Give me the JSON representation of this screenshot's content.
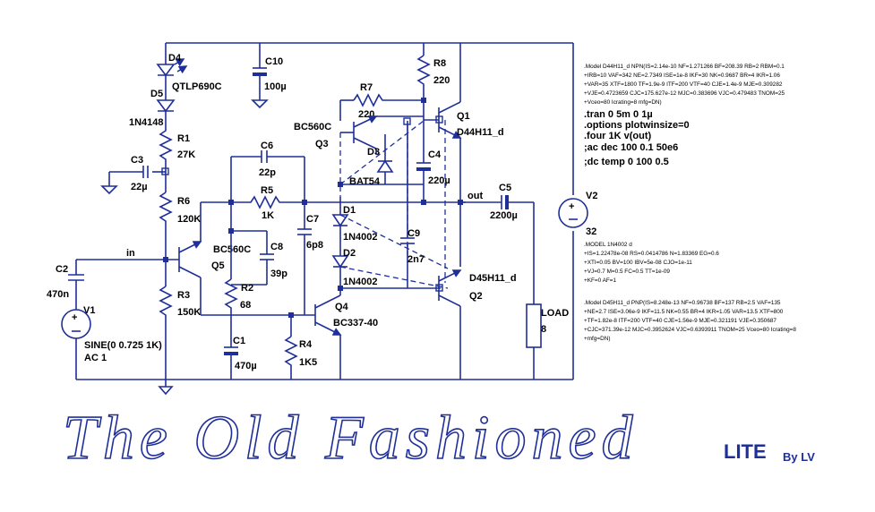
{
  "components": {
    "D4": {
      "ref": "D4",
      "value": "QTLP690C"
    },
    "D5": {
      "ref": "D5",
      "value": "1N4148"
    },
    "R1": {
      "ref": "R1",
      "value": "27K"
    },
    "C3": {
      "ref": "C3",
      "value": "22µ"
    },
    "R6": {
      "ref": "R6",
      "value": "120K"
    },
    "C2": {
      "ref": "C2",
      "value": "470n"
    },
    "V1": {
      "ref": "V1",
      "value": "SINE(0 0.725 1K)",
      "value2": "AC 1"
    },
    "R3": {
      "ref": "R3",
      "value": "150K"
    },
    "Q5": {
      "ref": "Q5",
      "value": "BC560C"
    },
    "C6": {
      "ref": "C6",
      "value": "22p"
    },
    "R5": {
      "ref": "R5",
      "value": "1K"
    },
    "C8": {
      "ref": "C8",
      "value": "39p"
    },
    "C7": {
      "ref": "C7",
      "value": "6p8"
    },
    "R2": {
      "ref": "R2",
      "value": "68"
    },
    "C1": {
      "ref": "C1",
      "value": "470µ"
    },
    "Q4": {
      "ref": "Q4",
      "value": "BC337-40"
    },
    "R4": {
      "ref": "R4",
      "value": "1K5"
    },
    "C10": {
      "ref": "C10",
      "value": "100µ"
    },
    "R7": {
      "ref": "R7",
      "value": "220"
    },
    "Q3": {
      "ref": "Q3",
      "value": "BC560C"
    },
    "D3": {
      "ref": "D3",
      "value": "BAT54"
    },
    "D1": {
      "ref": "D1",
      "value": "1N4002"
    },
    "D2": {
      "ref": "D2",
      "value": "1N4002"
    },
    "C9": {
      "ref": "C9",
      "value": "2n7"
    },
    "R8": {
      "ref": "R8",
      "value": "220"
    },
    "Q1": {
      "ref": "Q1",
      "value": "D44H11_d"
    },
    "C4": {
      "ref": "C4",
      "value": "220µ"
    },
    "Q2": {
      "ref": "Q2",
      "value": "D45H11_d"
    },
    "C5": {
      "ref": "C5",
      "value": "2200µ"
    },
    "LOAD": {
      "ref": "LOAD",
      "value": "8"
    },
    "V2": {
      "ref": "V2",
      "value": "32"
    }
  },
  "nets": {
    "in": "in",
    "out": "out"
  },
  "directives": [
    ".tran 0 5m 0 1µ",
    ".options plotwinsize=0",
    ".four 1K v(out)",
    ";ac dec 100 0.1 50e6",
    ";dc temp 0 100 0.5"
  ],
  "models": {
    "npn": [
      ".Model D44H11_d NPN(IS=2.14e-10 NF=1.271266 BF=208.39 RB=2 RBM=0.1",
      "+IRB=10 VAF=342 NE=2.7349 ISE=1e-8 IKF=30 NK=0.9687 BR=4 IKR=1.06",
      "+VAR=35 XTF=1800 TF=1.9e-9 ITF=200 VTF=40 CJE=1.4e-9 MJE=0.309282",
      "+VJE=0.4723659 CJC=175.627e-12 MJC=0.383696 VJC=0.479483 TNOM=25",
      "+Vceo=80 Icrating=8 mfg=DN)"
    ],
    "diode": [
      ".MODEL 1N4002 d",
      "+IS=1.22478e-08 RS=0.0414786 N=1.83369 EG=0.6",
      "+XTI=0.05 BV=100 IBV=5e-08 CJO=1e-11",
      "+VJ=0.7 M=0.5 FC=0.5 TT=1e-09",
      "+KF=0 AF=1"
    ],
    "pnp": [
      ".Model D45H11_d PNP(IS=8.248e-13 NF=0.96738 BF=137 RB=2.5 VAF=135",
      "+NE=2.7 ISE=3.06e-9 IKF=11.5 NK=0.55 BR=4 IKR=1.05 VAR=13.5 XTF=800",
      "+TF=1.82e-8 ITF=200 VTF=40 CJE=1.56e-9 MJE=0.321191 VJE=0.350687",
      "+CJC=371.39e-12 MJC=0.3952624 VJC=0.6393911 TNOM=25 Vceo=80 Icrating=8",
      "+mfg=DN)"
    ]
  },
  "title": "The Old Fashioned",
  "edition": "LITE",
  "author": "By LV",
  "colors": {
    "wire": "#1f2f9a",
    "text": "#000000",
    "background": "#ffffff"
  }
}
